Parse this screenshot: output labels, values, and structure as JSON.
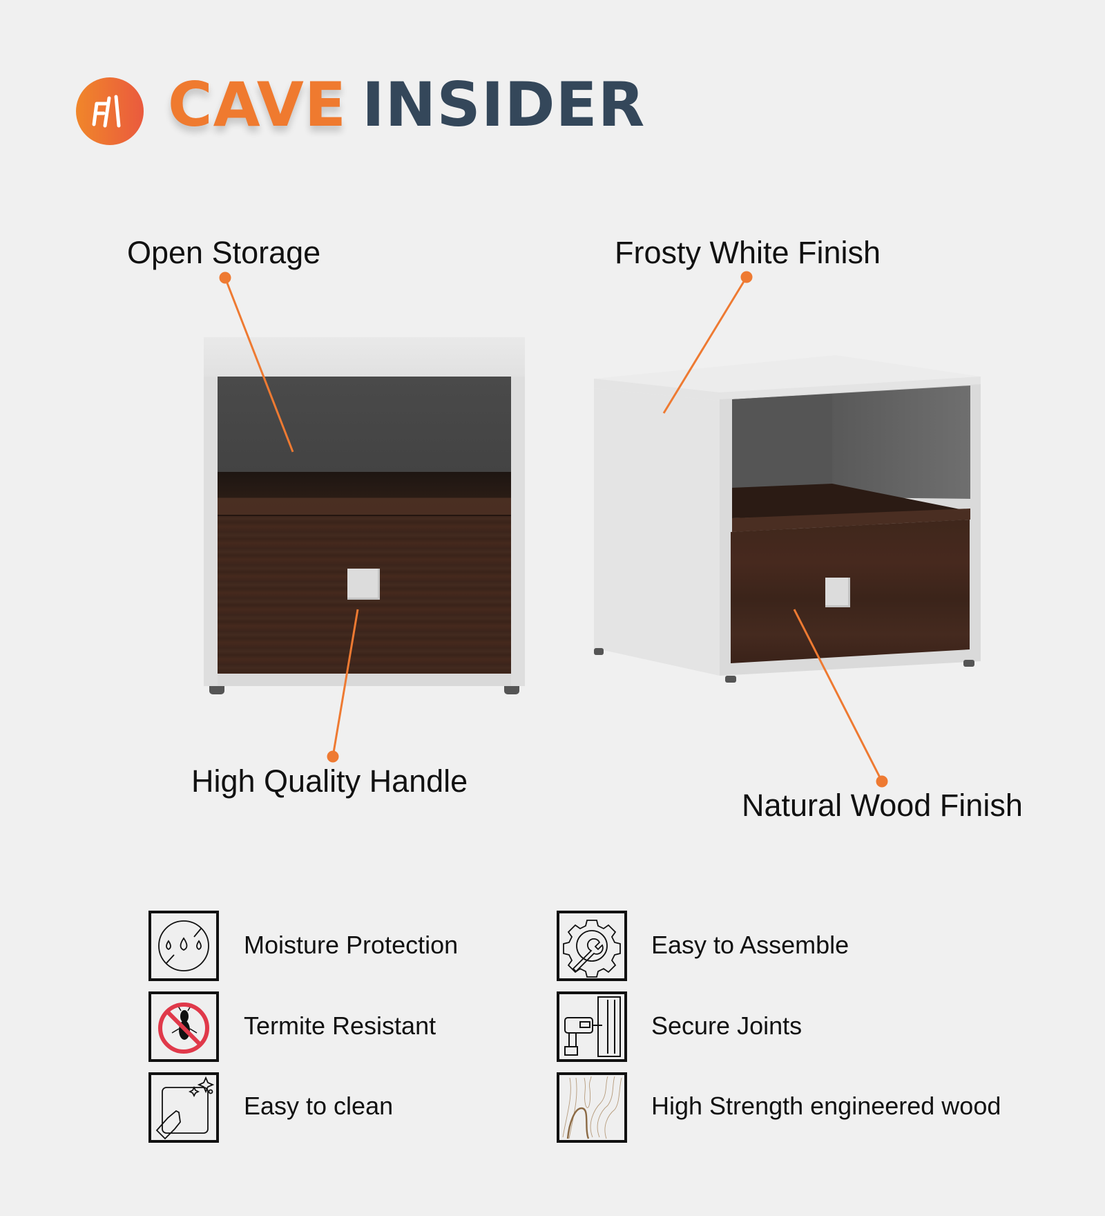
{
  "brand": {
    "name_part1": "CAVE",
    "name_part2": "INSIDER",
    "logo_icon": "chair-ladder-logo-icon",
    "colors": {
      "orange": "#ef7a2f",
      "navy": "#34475a",
      "background": "#f0f0f0",
      "callout": "#ee7a32"
    }
  },
  "callouts": {
    "open_storage": "Open Storage",
    "frosty_white_finish": "Frosty White Finish",
    "high_quality_handle": "High Quality Handle",
    "natural_wood_finish": "Natural Wood Finish"
  },
  "products": [
    {
      "view": "front",
      "finish": "Frosty White",
      "drawer_finish": "Natural Wood"
    },
    {
      "view": "angled",
      "finish": "Frosty White",
      "drawer_finish": "Natural Wood"
    }
  ],
  "features": {
    "left": [
      {
        "label": "Moisture Protection",
        "icon": "no-water-drops-icon"
      },
      {
        "label": "Termite Resistant",
        "icon": "no-termite-icon"
      },
      {
        "label": "Easy to clean",
        "icon": "hand-wiping-icon"
      }
    ],
    "right": [
      {
        "label": "Easy to Assemble",
        "icon": "gear-wrench-icon"
      },
      {
        "label": "Secure Joints",
        "icon": "drill-joint-icon"
      },
      {
        "label": "High Strength engineered wood",
        "icon": "wood-grain-icon"
      }
    ]
  }
}
